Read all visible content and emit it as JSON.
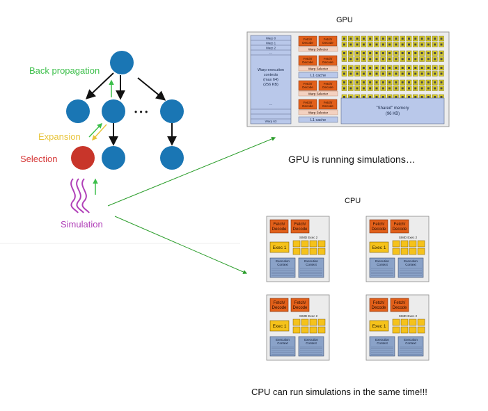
{
  "colors": {
    "node": "#1a76b4",
    "selected": "#c8352a",
    "backprop": "#3cbf4a",
    "expansion": "#e8c43a",
    "selection": "#d63a3a",
    "simulation": "#b03fb8",
    "arrow": "#2a9d2a",
    "fetch": "#e2601a",
    "exec": "#f5c21b",
    "ctx": "#8aa2c8",
    "warp": "#b9c8ea",
    "core": "#d8cc28"
  },
  "tree": {
    "back_propagation": "Back propagation",
    "expansion": "Expansion",
    "selection": "Selection",
    "simulation": "Simulation",
    "ellipsis": "• • •"
  },
  "gpu": {
    "title": "GPU",
    "caption": "GPU is running simulations…",
    "warps_top": [
      "Warp 0",
      "Warp 1",
      "Warp 2"
    ],
    "warp_dots_top": "...",
    "warp_contexts": [
      "Warp execution",
      "contexts",
      "(max 64)",
      "(256 KB)"
    ],
    "warp_dots_mid": "...",
    "warp_last": "Warp 63",
    "fetch_label": [
      "Fetch/",
      "Decode"
    ],
    "warp_selector": "Warp Selector",
    "l1_cache": "L1 cache",
    "shared_memory": [
      "\"Shared\" memory",
      "(96 KB)"
    ]
  },
  "cpu": {
    "title": "CPU",
    "caption": "CPU can run simulations in the same time!!!",
    "fetch_label": [
      "Fetch/",
      "Decode"
    ],
    "simd_label": "SIMD Exec 2",
    "exec_label": "Exec 1",
    "ctx_label": [
      "Execution",
      "Context"
    ]
  }
}
